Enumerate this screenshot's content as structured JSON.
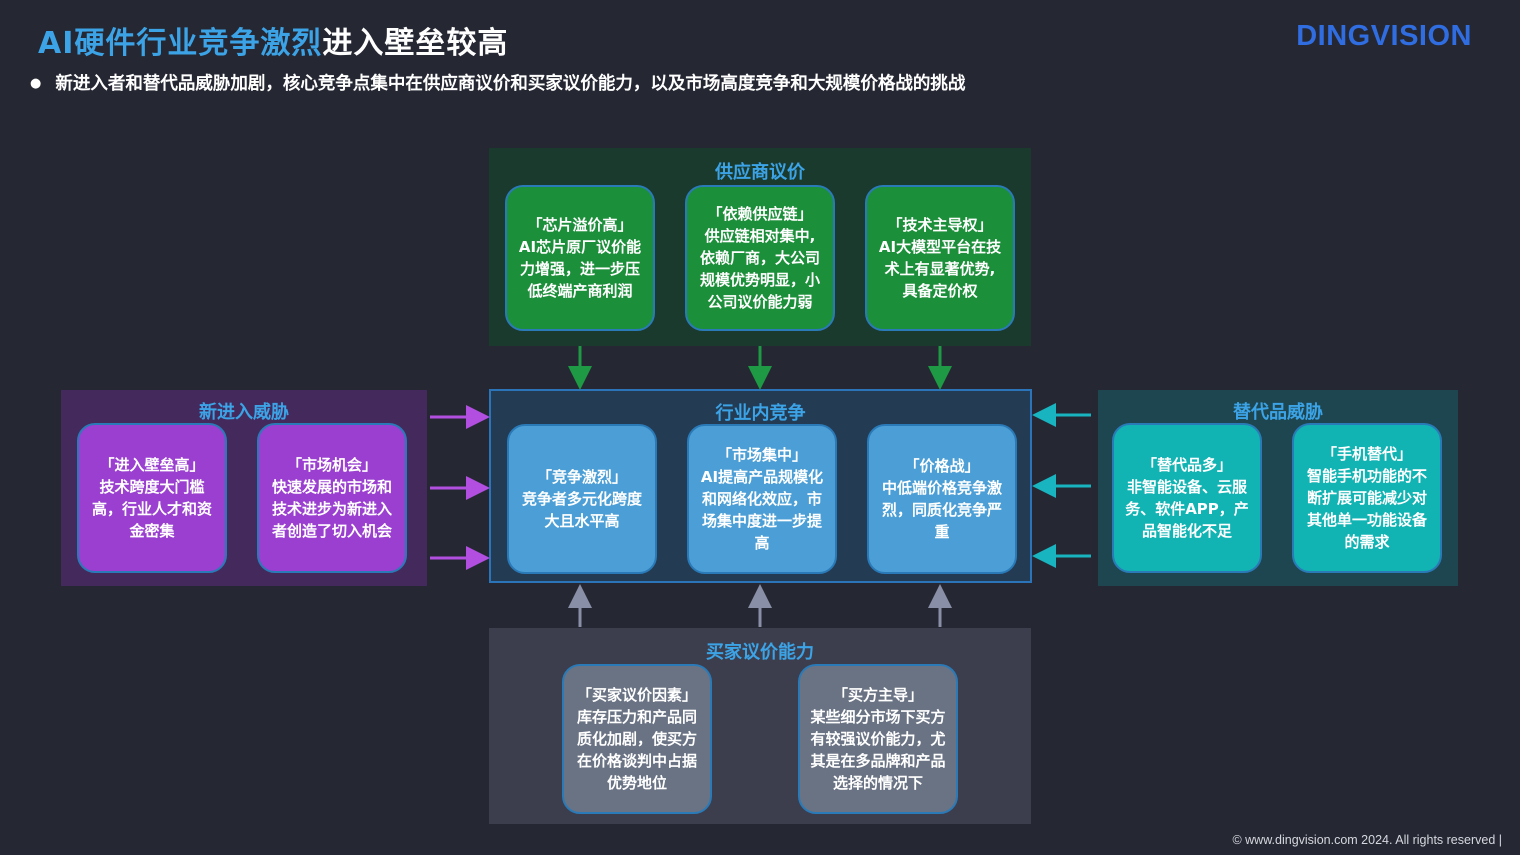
{
  "header": {
    "title_highlight": "AI硬件行业竞争激烈",
    "title_rest": "进入壁垒较高",
    "logo": "DINGVISION",
    "subtitle": "新进入者和替代品威胁加剧，核心竞争点集中在供应商议价和买家议价能力，以及市场高度竞争和大规模价格战的挑战"
  },
  "supplier": {
    "title": "供应商议价",
    "cards": [
      {
        "lines": [
          "「芯片溢价高」",
          "AI芯片原厂议价能",
          "力增强，进一步压",
          "低终端产商利润"
        ]
      },
      {
        "lines": [
          "「依赖供应链」",
          "供应链相对集中,",
          "依赖厂商，大公司",
          "规模优势明显，小",
          "公司议价能力弱"
        ]
      },
      {
        "lines": [
          "「技术主导权」",
          "AI大模型平台在技",
          "术上有显著优势,",
          "具备定价权"
        ]
      }
    ]
  },
  "industry": {
    "title": "行业内竞争",
    "cards": [
      {
        "lines": [
          "「竞争激烈」",
          "竞争者多元化跨度",
          "大且水平高"
        ]
      },
      {
        "lines": [
          "「市场集中」",
          "AI提高产品规模化",
          "和网络化效应，市",
          "场集中度进一步提",
          "高"
        ]
      },
      {
        "lines": [
          "「价格战」",
          "中低端价格竞争激",
          "烈，同质化竞争严",
          "重"
        ]
      }
    ]
  },
  "buyer": {
    "title": "买家议价能力",
    "cards": [
      {
        "lines": [
          "「买家议价因素」",
          "库存压力和产品同",
          "质化加剧，使买方",
          "在价格谈判中占据",
          "优势地位"
        ]
      },
      {
        "lines": [
          "「买方主导」",
          "某些细分市场下买方",
          "有较强议价能力，尤",
          "其是在多品牌和产品",
          "选择的情况下"
        ]
      }
    ]
  },
  "entrant": {
    "title": "新进入威胁",
    "cards": [
      {
        "lines": [
          "「进入壁垒高」",
          "技术跨度大门槛",
          "高，行业人才和资",
          "金密集"
        ]
      },
      {
        "lines": [
          "「市场机会」",
          "快速发展的市场和",
          "技术进步为新进入",
          "者创造了切入机会"
        ]
      }
    ]
  },
  "substitute": {
    "title": "替代品威胁",
    "cards": [
      {
        "lines": [
          "「替代品多」",
          "非智能设备、云服",
          "务、软件APP，产",
          "品智能化不足"
        ]
      },
      {
        "lines": [
          "「手机替代」",
          "智能手机功能的不",
          "断扩展可能减少对",
          "其他单一功能设备",
          "的需求"
        ]
      }
    ]
  },
  "colors": {
    "supplier_arrow": "#1f9a44",
    "entrant_arrow": "#b24fe0",
    "substitute_arrow": "#18b4c0",
    "buyer_arrow": "#8a8fa8"
  },
  "footer": "© www.dingvision.com 2024. All rights reserved  |"
}
